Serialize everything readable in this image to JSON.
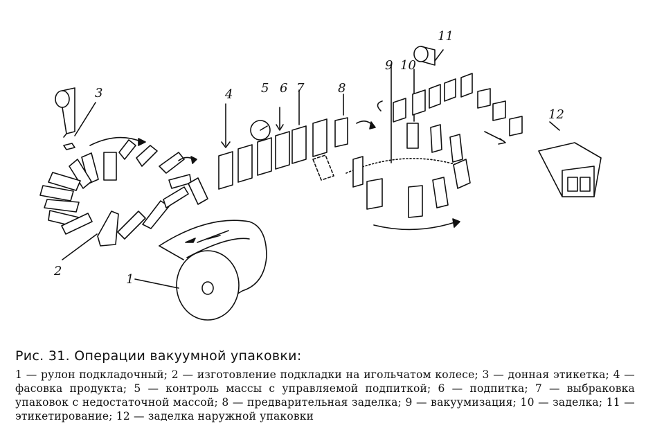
{
  "figure": {
    "labels": {
      "n1": "1",
      "n2": "2",
      "n3": "3",
      "n4": "4",
      "n5": "5",
      "n6": "6",
      "n7": "7",
      "n8": "8",
      "n9": "9",
      "n10": "10",
      "n11": "11",
      "n12": "12"
    }
  },
  "caption": {
    "title": "Рис. 31. Операции вакуумной упаковки:",
    "body": "1 — рулон подкладочный; 2 — изготовление подкладки на игольчатом колесе; 3 — донная этикетка; 4 — фасовка продукта; 5 — контроль массы с управляемой подпиткой; 6 — подпитка; 7 — выбраковка упаковок с недостаточной массой; 8 — предварительная заделка; 9 — вакуумизация; 10 — заделка; 11 — этикетирование; 12 — заделка наружной упаковки"
  }
}
